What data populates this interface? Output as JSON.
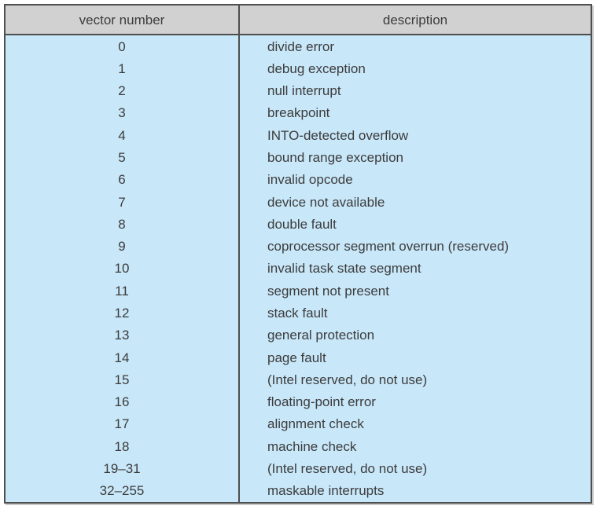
{
  "figure": {
    "name": "intel-pentium-interrupt-vector-table",
    "colors": {
      "header_bg": "#d1d1d1",
      "body_bg": "#c8e7f9",
      "border": "#4e4e4e",
      "text": "#3c3c3c"
    },
    "table": {
      "columns": [
        "vector number",
        "description"
      ],
      "rows": [
        {
          "vector": "0",
          "description": "divide error"
        },
        {
          "vector": "1",
          "description": "debug exception"
        },
        {
          "vector": "2",
          "description": "null interrupt"
        },
        {
          "vector": "3",
          "description": "breakpoint"
        },
        {
          "vector": "4",
          "description": "INTO-detected overflow"
        },
        {
          "vector": "5",
          "description": "bound range exception"
        },
        {
          "vector": "6",
          "description": "invalid opcode"
        },
        {
          "vector": "7",
          "description": "device not available"
        },
        {
          "vector": "8",
          "description": "double fault"
        },
        {
          "vector": "9",
          "description": "coprocessor segment overrun (reserved)"
        },
        {
          "vector": "10",
          "description": "invalid task state segment"
        },
        {
          "vector": "11",
          "description": "segment not present"
        },
        {
          "vector": "12",
          "description": "stack fault"
        },
        {
          "vector": "13",
          "description": "general protection"
        },
        {
          "vector": "14",
          "description": "page fault"
        },
        {
          "vector": "15",
          "description": "(Intel reserved, do not use)"
        },
        {
          "vector": "16",
          "description": "floating-point error"
        },
        {
          "vector": "17",
          "description": "alignment check"
        },
        {
          "vector": "18",
          "description": "machine check"
        },
        {
          "vector": "19–31",
          "description": "(Intel reserved, do not use)"
        },
        {
          "vector": "32–255",
          "description": "maskable interrupts"
        }
      ]
    }
  }
}
